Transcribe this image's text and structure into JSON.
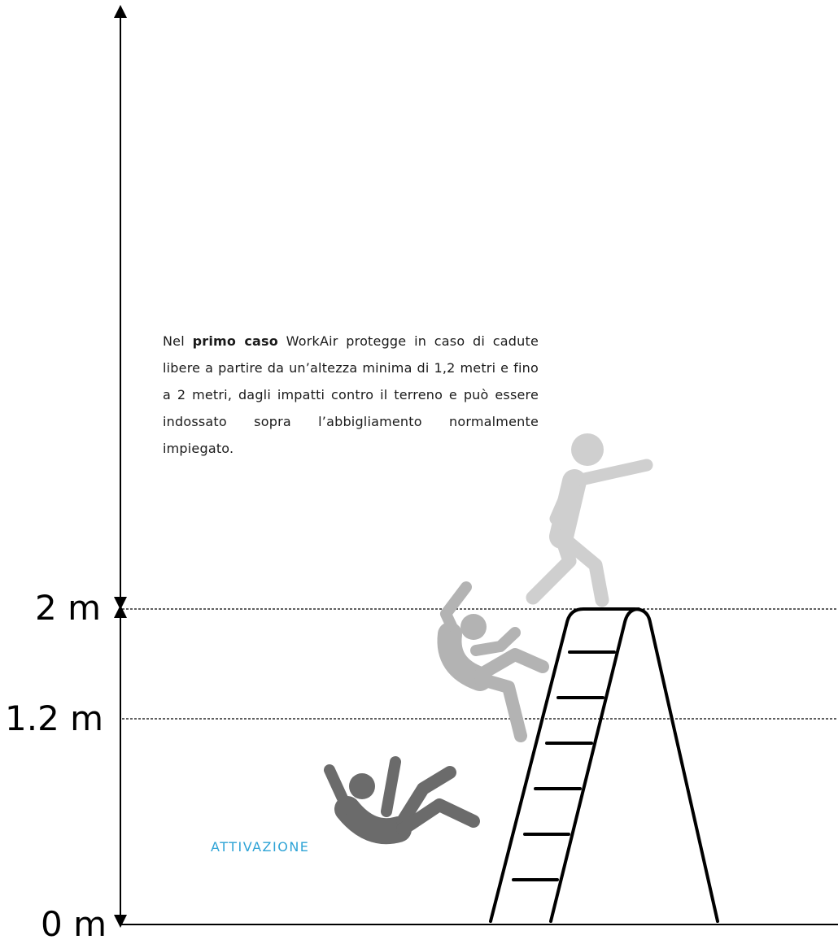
{
  "heights": {
    "top": "2 m",
    "mid": "1.2 m",
    "ground": "0 m"
  },
  "description": {
    "intro": "Nel ",
    "emphasis": "primo caso",
    "body": " WorkAir protegge in caso di cadute libere a partire da un’altezza minima di 1,2 metri e fino a 2 metri, dagli impatti contro il terreno e può essere indossato sopra l’abbigliamento normalmente impiegato."
  },
  "activation_label": "ATTIVAZIONE",
  "colors": {
    "line": "#000000",
    "figure_light": "#cfcfcf",
    "figure_mid": "#b3b3b3",
    "figure_dark": "#6b6b6b",
    "activation": "#2ea3d6"
  },
  "icons": {
    "standing_worker": "person-jumping-icon",
    "falling_worker": "person-falling-icon",
    "fallen_worker": "person-fallen-icon",
    "ladder": "stepladder-icon"
  }
}
